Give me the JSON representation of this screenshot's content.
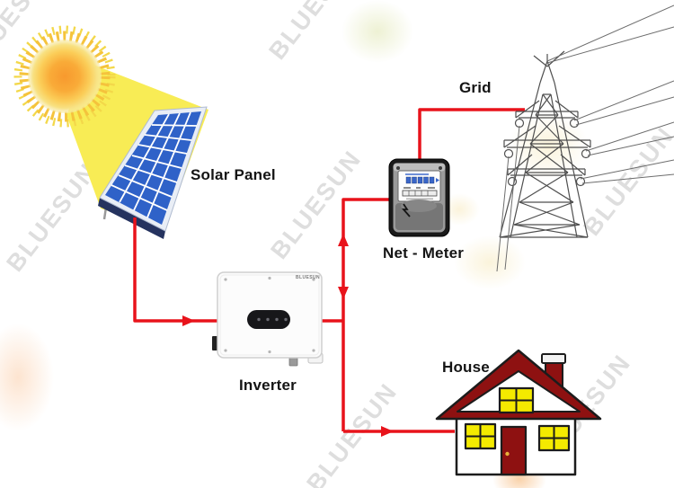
{
  "labels": {
    "solar_panel": "Solar Panel",
    "inverter": "Inverter",
    "net_meter": "Net - Meter",
    "grid": "Grid",
    "house": "House"
  },
  "brand": {
    "watermark": "BLUESUN",
    "inverter_logo": "BLUESUN"
  },
  "connections": [
    {
      "from": "Solar Panel",
      "to": "Inverter",
      "style": "red elbow wire, arrow toward inverter"
    },
    {
      "from": "Inverter",
      "to": "Net - Meter",
      "style": "red wire junction, arrow pointing up to meter"
    },
    {
      "from": "Net - Meter",
      "to": "Grid",
      "style": "red elbow wire to transmission tower"
    },
    {
      "from": "Inverter",
      "to": "House",
      "style": "red wire junction, arrows pointing down and right to house"
    }
  ],
  "icons": [
    "sun-icon",
    "light-beam",
    "solar-panel-icon",
    "inverter-icon",
    "net-meter-icon",
    "transmission-tower-icon",
    "house-icon",
    "arrow-right-icon",
    "arrow-up-icon",
    "arrow-down-icon"
  ],
  "colors": {
    "wire_red": "#e8131b",
    "panel_blue": "#2f62c8",
    "panel_edge_navy": "#25335f",
    "sun_orange": "#f89b30",
    "beam_yellow": "#f8ec55",
    "roof_red": "#8e1111",
    "window_yellow": "#f4ea00",
    "meter_body_gray": "#9a9a9a",
    "tower_gray": "#4f4f4f",
    "label_black": "#141414"
  }
}
